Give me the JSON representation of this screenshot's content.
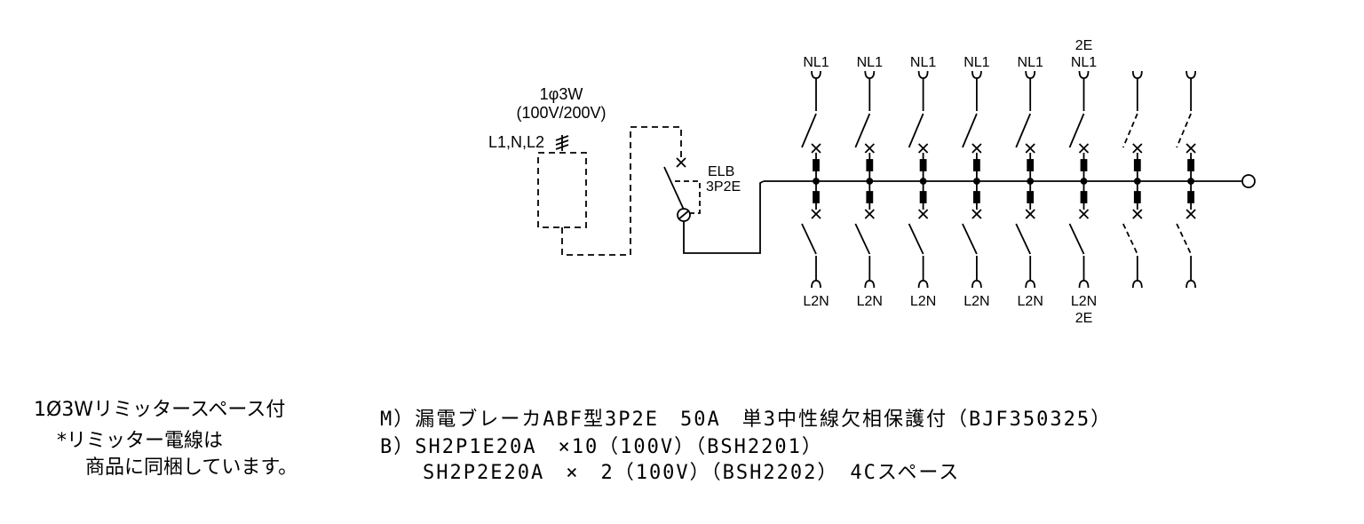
{
  "supply": {
    "phase": "1φ3W",
    "voltage": "(100V/200V)",
    "lines": "L1,N,L2"
  },
  "main_breaker": {
    "line1": "ELB",
    "line2": "3P2E"
  },
  "branches": {
    "top": [
      "NL1",
      "NL1",
      "NL1",
      "NL1",
      "NL1",
      "NL1",
      "",
      ""
    ],
    "top_prefix": [
      "",
      "",
      "",
      "",
      "",
      "2E",
      "",
      ""
    ],
    "bottom": [
      "L2N",
      "L2N",
      "L2N",
      "L2N",
      "L2N",
      "L2N",
      "",
      ""
    ],
    "bottom_suffix": [
      "",
      "",
      "",
      "",
      "",
      "2E",
      "",
      ""
    ]
  },
  "notes": {
    "line1": "1Ø3Wリミッタースペース付",
    "line2": "*リミッター電線は",
    "line3": "商品に同梱しています。"
  },
  "spec": {
    "line1": "M）漏電ブレーカABF型3P2E　50A　単3中性線欠相保護付（BJF350325）",
    "line2": "B）SH2P1E20A　×10（100V）（BSH2201）",
    "line3": "　　SH2P2E20A　×　2（100V）（BSH2202）　4Cスペース"
  }
}
